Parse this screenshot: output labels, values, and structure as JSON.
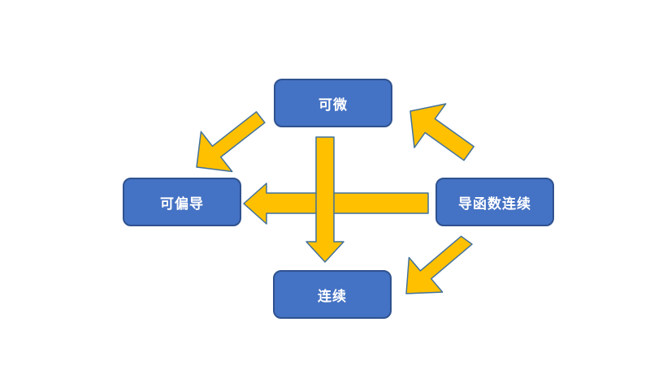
{
  "nodes": {
    "differentiable": "可微",
    "partial_derivative": "可偏导",
    "derivative_continuous": "导函数连续",
    "continuous": "连续"
  },
  "colors": {
    "node_fill": "#4472C4",
    "node_border": "#2F528F",
    "arrow_fill": "#FFC000",
    "arrow_border": "#41719C"
  }
}
